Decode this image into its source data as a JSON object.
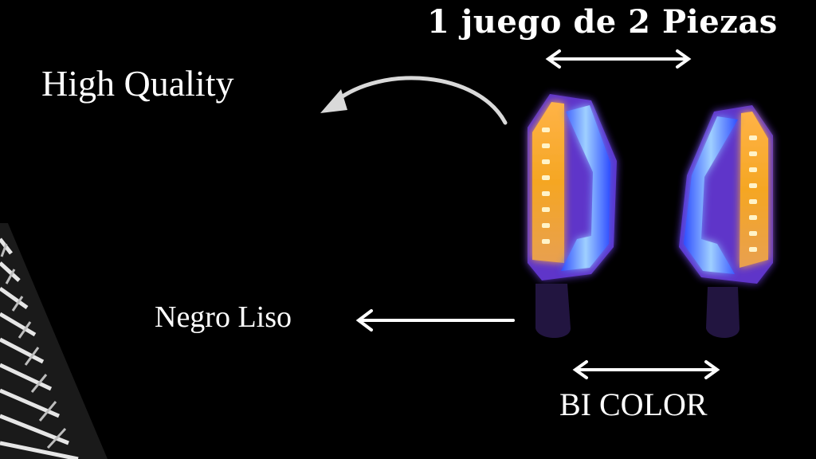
{
  "texts": {
    "title": "1 juego de 2 Piezas",
    "quality": "High  Quality",
    "finish": "Negro Liso",
    "color": "BI COLOR"
  },
  "colors": {
    "background": "#000000",
    "text": "#ffffff",
    "amber": "#f5a623",
    "blue": "#2f4dff",
    "light_blue": "#9fd0ff",
    "purple": "#7a3cff"
  },
  "icons": [
    "double-arrow-icon",
    "curved-arrow-icon",
    "left-arrow-icon",
    "turn-signal-left",
    "turn-signal-right",
    "tire-tread"
  ]
}
